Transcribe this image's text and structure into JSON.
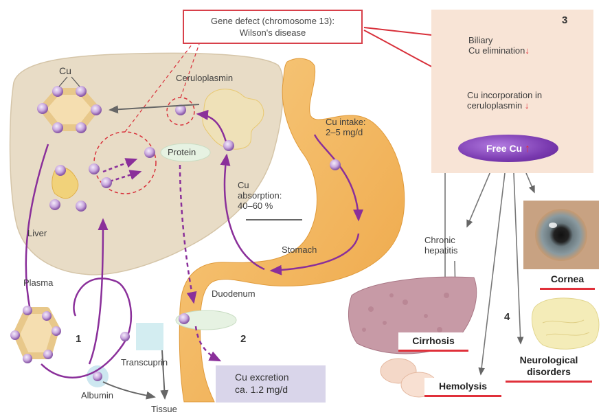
{
  "gene_box": {
    "line1": "Gene defect (chromosome 13):",
    "line2": "Wilson's disease"
  },
  "panel": {
    "number": "3",
    "biliary": "Biliary\nCu elimination",
    "incorporation": "Cu incorporation in\nceruloplasmin",
    "free_cu": "Free Cu"
  },
  "labels": {
    "cu": "Cu",
    "ceruloplasmin": "Ceruloplasmin",
    "protein": "Protein",
    "liver": "Liver",
    "plasma": "Plasma",
    "cu_intake": "Cu intake:\n2–5 mg/d",
    "cu_absorption": "Cu\nabsorption:\n40–60 %",
    "stomach": "Stomach",
    "duodenum": "Duodenum",
    "transcuprin": "Transcuprin",
    "albumin": "Albumin",
    "tissue": "Tissue",
    "cu_excretion": "Cu excretion\nca. 1.2 mg/d",
    "chronic_hepatitis": "Chronic\nhepatitis",
    "num1": "1",
    "num2": "2",
    "num4": "4"
  },
  "outcomes": {
    "cornea": "Cornea",
    "cirrhosis": "Cirrhosis",
    "hemolysis": "Hemolysis",
    "neuro": "Neurological\ndisorders"
  },
  "colors": {
    "liver": "#e8dcc6",
    "stomach": "#f2b95e",
    "copper_path": "#8a2f9a",
    "defect_red": "#e0303a",
    "panel_bg": "#f8e4d6",
    "excretion_box": "#d9d5ea"
  }
}
